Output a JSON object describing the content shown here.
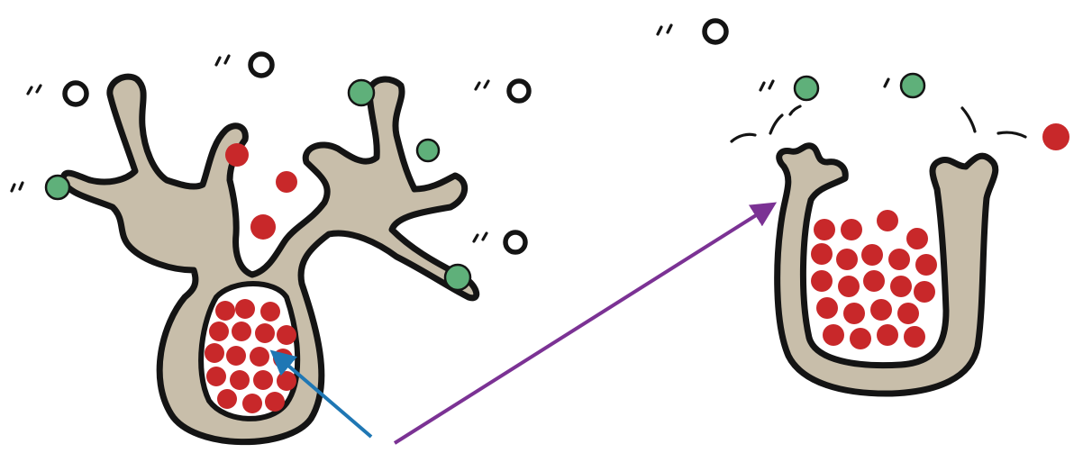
{
  "colors": {
    "cell": "#c8beaa",
    "outline": "#141414",
    "granule": "#c8282a",
    "receptor_green": "#5fb07a",
    "arrow_blue": "#1f77b4",
    "arrow_purple": "#7b3294"
  },
  "panels": [
    {
      "name": "left",
      "description_icon": "branched-cell-with-granules"
    },
    {
      "name": "right",
      "description_icon": "cup-cell-with-granules"
    }
  ],
  "arrows": [
    {
      "name": "blue-arrow",
      "color_key": "arrow_blue"
    },
    {
      "name": "purple-arrow",
      "color_key": "arrow_purple"
    }
  ]
}
